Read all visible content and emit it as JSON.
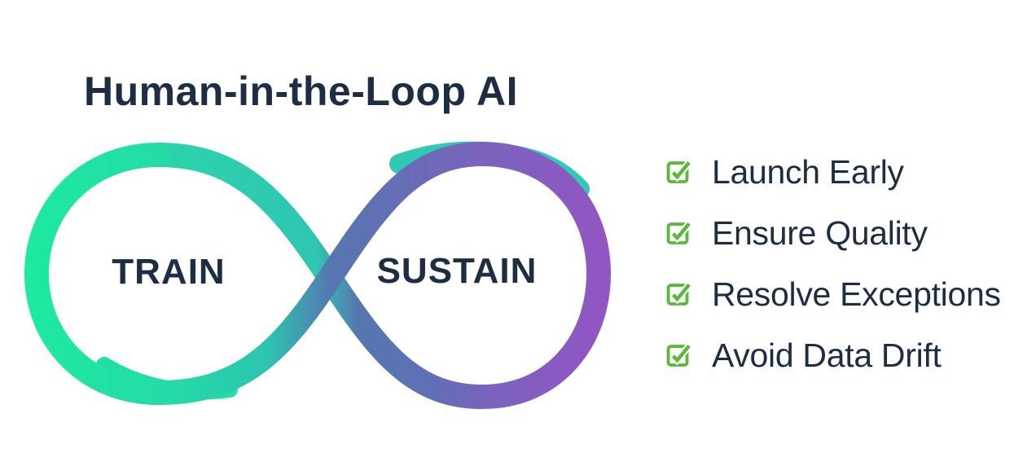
{
  "title": "Human-in-the-Loop AI",
  "diagram": {
    "type": "infinity-loop",
    "left_loop_label": "TRAIN",
    "right_loop_label": "SUSTAIN"
  },
  "checklist": {
    "items": [
      {
        "label": "Launch Early",
        "checked": true
      },
      {
        "label": "Ensure Quality",
        "checked": true
      },
      {
        "label": "Resolve Exceptions",
        "checked": true
      },
      {
        "label": "Avoid Data Drift",
        "checked": true
      }
    ]
  },
  "colors": {
    "navy": "#1d2d44",
    "spring_green": "#1ee9a0",
    "teal": "#2cc4b0",
    "slate_blue": "#5577b0",
    "violet_blue": "#7b62bd",
    "purple": "#9156c4",
    "check_green": "#5cb83c"
  }
}
